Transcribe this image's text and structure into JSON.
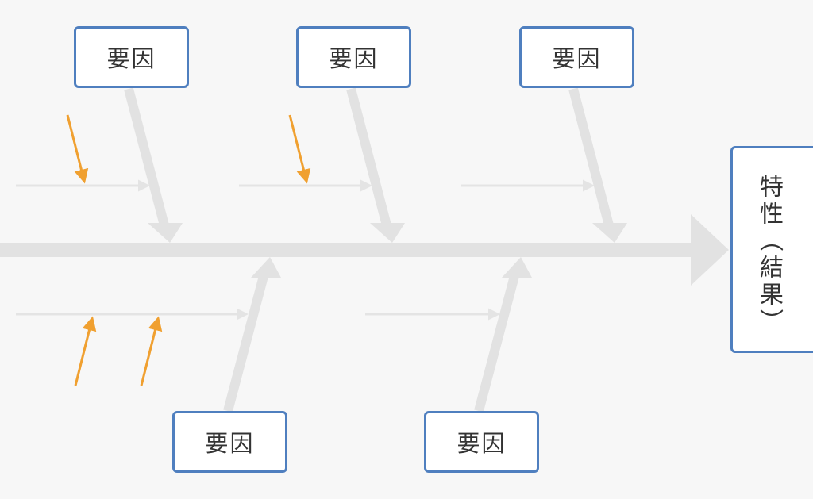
{
  "diagram": {
    "effect": {
      "label": "特性（結果）"
    },
    "factors": {
      "top": [
        {
          "label": "要因"
        },
        {
          "label": "要因"
        },
        {
          "label": "要因"
        }
      ],
      "bottom": [
        {
          "label": "要因"
        },
        {
          "label": "要因"
        }
      ]
    },
    "colors": {
      "background": "#f7f7f7",
      "spine": "#e2e2e2",
      "bone": "#e2e2e2",
      "sub_bone": "#e4e4e4",
      "accent_arrow": "#f0a030",
      "box_border": "#4f7fbf",
      "box_fill": "#ffffff",
      "text": "#333333"
    }
  }
}
